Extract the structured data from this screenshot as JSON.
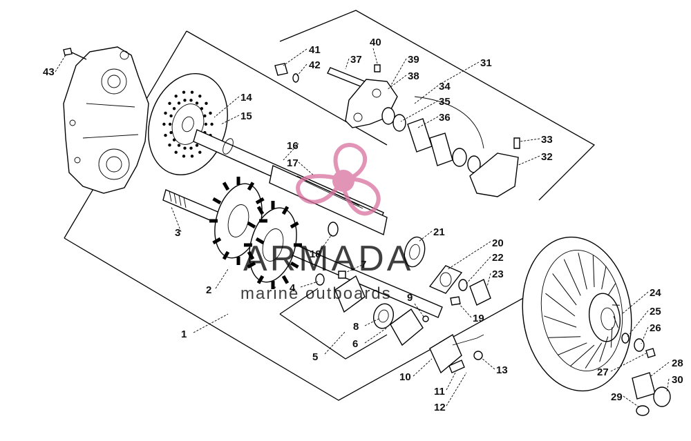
{
  "watermark": {
    "title": "ARMADA",
    "subtitle": "marine outboards",
    "logo_color": "#d9719e"
  },
  "labels": [
    {
      "id": "1",
      "text": "1"
    },
    {
      "id": "2",
      "text": "2"
    },
    {
      "id": "3",
      "text": "3"
    },
    {
      "id": "4",
      "text": "4"
    },
    {
      "id": "5",
      "text": "5"
    },
    {
      "id": "6",
      "text": "6"
    },
    {
      "id": "7",
      "text": "7"
    },
    {
      "id": "8",
      "text": "8"
    },
    {
      "id": "9",
      "text": "9"
    },
    {
      "id": "10",
      "text": "10"
    },
    {
      "id": "11",
      "text": "11"
    },
    {
      "id": "12",
      "text": "12"
    },
    {
      "id": "13",
      "text": "13"
    },
    {
      "id": "14",
      "text": "14"
    },
    {
      "id": "15",
      "text": "15"
    },
    {
      "id": "16",
      "text": "16"
    },
    {
      "id": "17",
      "text": "17"
    },
    {
      "id": "18",
      "text": "18"
    },
    {
      "id": "19",
      "text": "19"
    },
    {
      "id": "20",
      "text": "20"
    },
    {
      "id": "21",
      "text": "21"
    },
    {
      "id": "22",
      "text": "22"
    },
    {
      "id": "23",
      "text": "23"
    },
    {
      "id": "24",
      "text": "24"
    },
    {
      "id": "25",
      "text": "25"
    },
    {
      "id": "26",
      "text": "26"
    },
    {
      "id": "27",
      "text": "27"
    },
    {
      "id": "28",
      "text": "28"
    },
    {
      "id": "29",
      "text": "29"
    },
    {
      "id": "30",
      "text": "30"
    },
    {
      "id": "31",
      "text": "31"
    },
    {
      "id": "32",
      "text": "32"
    },
    {
      "id": "33",
      "text": "33"
    },
    {
      "id": "34",
      "text": "34"
    },
    {
      "id": "35",
      "text": "35"
    },
    {
      "id": "36",
      "text": "36"
    },
    {
      "id": "37",
      "text": "37"
    },
    {
      "id": "38",
      "text": "38"
    },
    {
      "id": "39",
      "text": "39"
    },
    {
      "id": "40",
      "text": "40"
    },
    {
      "id": "41",
      "text": "41"
    },
    {
      "id": "42",
      "text": "42"
    },
    {
      "id": "43",
      "text": "43"
    }
  ]
}
